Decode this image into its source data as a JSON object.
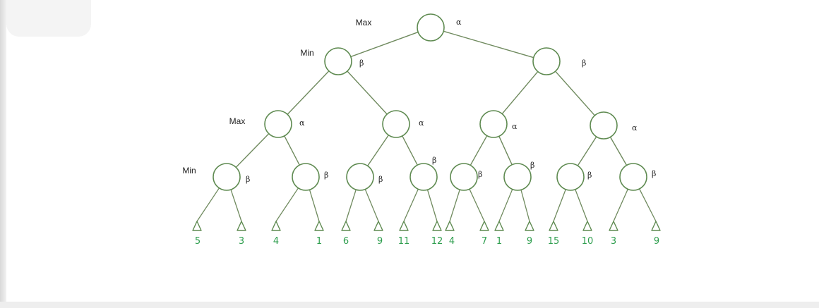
{
  "diagram": {
    "level_labels": [
      {
        "text": "Max",
        "level": 0
      },
      {
        "text": "Min",
        "level": 1
      },
      {
        "text": "Max",
        "level": 2
      },
      {
        "text": "Min",
        "level": 3
      }
    ],
    "nodes": [
      {
        "id": "root",
        "level": 0,
        "tag": "α"
      },
      {
        "id": "L",
        "level": 1,
        "tag": "β"
      },
      {
        "id": "R",
        "level": 1,
        "tag": "β"
      },
      {
        "id": "LL",
        "level": 2,
        "tag": "α"
      },
      {
        "id": "LR",
        "level": 2,
        "tag": "α"
      },
      {
        "id": "RL",
        "level": 2,
        "tag": "α"
      },
      {
        "id": "RR",
        "level": 2,
        "tag": "α"
      },
      {
        "id": "m1",
        "level": 3,
        "tag": "β"
      },
      {
        "id": "m2",
        "level": 3,
        "tag": "β"
      },
      {
        "id": "m3",
        "level": 3,
        "tag": "β"
      },
      {
        "id": "m4",
        "level": 3,
        "tag": "β"
      },
      {
        "id": "m5",
        "level": 3,
        "tag": "β"
      },
      {
        "id": "m6",
        "level": 3,
        "tag": "β"
      },
      {
        "id": "m7",
        "level": 3,
        "tag": "β"
      },
      {
        "id": "m8",
        "level": 3,
        "tag": "β"
      }
    ],
    "leaves": [
      "5",
      "3",
      "4",
      "1",
      "6",
      "9",
      "11",
      "12",
      "4",
      "7",
      "1",
      "9",
      "15",
      "10",
      "3",
      "9"
    ],
    "colors": {
      "edge": "#6f8a5e",
      "node_stroke": "#5e8a50",
      "leaf_value": "#2e9e4e",
      "label": "#222222"
    }
  }
}
